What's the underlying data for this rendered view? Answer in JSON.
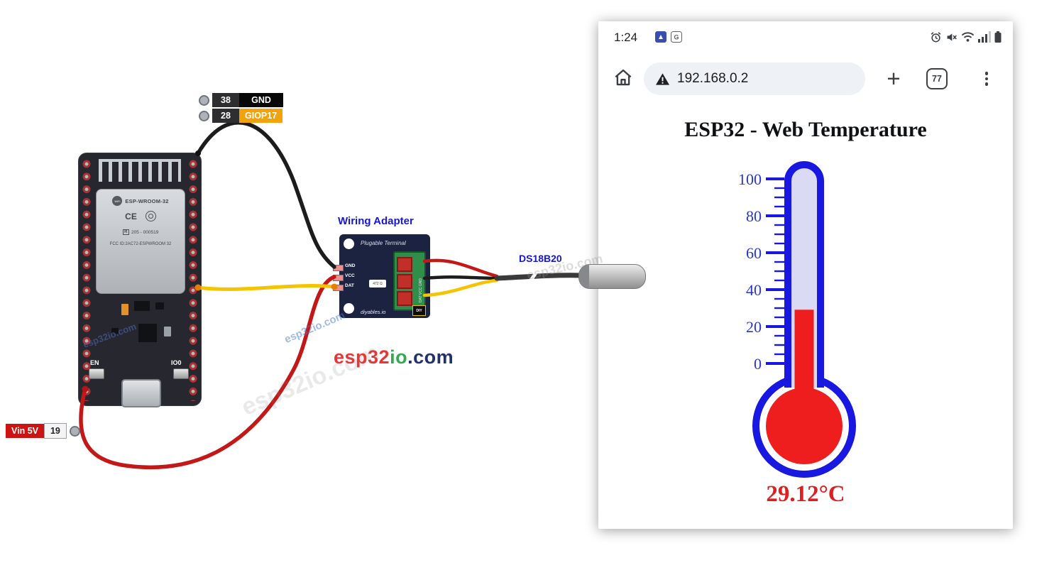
{
  "diagram": {
    "callouts": {
      "pin38_num": "38",
      "pin38_label": "GND",
      "pin28_num": "28",
      "pin28_label": "GIOP17",
      "vin_label": "Vin 5V",
      "vin_num": "19"
    },
    "board": {
      "wifi_badge": "WiFi",
      "module_name": "ESP-WROOM-32",
      "ce_mark": "CE",
      "reg_r": "R",
      "reg_num": "205 - 000519",
      "fcc_line": "FCC ID:2AC72-ESPWROOM 32",
      "btn_en": "EN",
      "btn_io0": "IO0"
    },
    "adapter": {
      "heading": "Wiring Adapter",
      "board_title": "Plugable Terminal",
      "pin_labels": [
        "GND",
        "VCC",
        "DAT"
      ],
      "resistor_value": "472 Ω",
      "terminal_labels": "DAT VCC GND",
      "brand": "diyables.io",
      "diy_logo": "DIY"
    },
    "sensor": {
      "label": "DS18B20"
    },
    "logo": {
      "esp32": "esp32",
      "io": "io",
      "com": ".com"
    },
    "watermark_text": "esp32io.com",
    "wire_colors": {
      "gnd": "#1c1c1c",
      "data": "#f5c400",
      "power": "#c41818"
    }
  },
  "phone": {
    "status_bar": {
      "time": "1:24"
    },
    "address_bar": {
      "url": "192.168.0.2",
      "tab_count": "77"
    },
    "icons": {
      "plus_glyph": "+"
    },
    "page": {
      "title": "ESP32 - Web Temperature",
      "temperature": "29.12°C",
      "value": 29.12,
      "scale_min": 0,
      "scale_max": 100,
      "scale_ticks": [
        "100",
        "80",
        "60",
        "40",
        "20",
        "0"
      ]
    },
    "colors": {
      "thermo_blue": "#1818e0",
      "thermo_fill": "#dadaf5",
      "mercury_red": "#ee1e1e",
      "tick_blue": "#2836c8",
      "temp_red": "#df1f1f"
    }
  }
}
